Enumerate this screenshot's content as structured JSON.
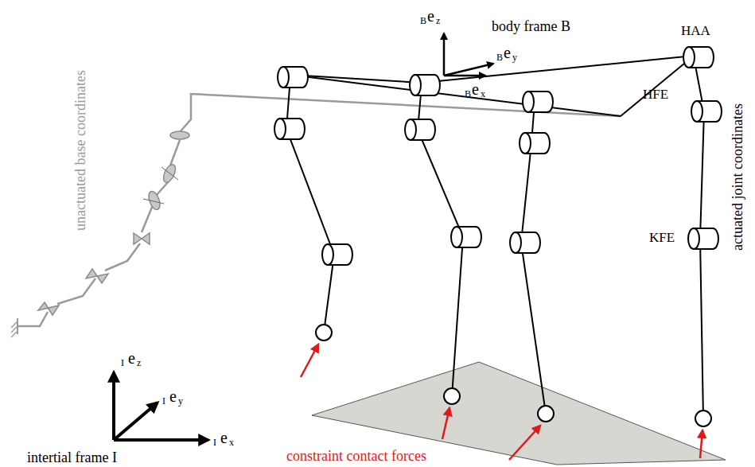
{
  "diagram": {
    "labels": [
      "B",
      "e",
      "z",
      "body frame B",
      "B",
      "e",
      "y",
      "B",
      "e",
      "x",
      "HAA",
      "unactuated base coordinates",
      "actuated joint coordinates",
      "HFE",
      "KFE",
      "constraint contact forces",
      "I",
      "e",
      "z",
      "I",
      "e",
      "y",
      "I",
      "e",
      "x",
      "intertial frame I"
    ]
  }
}
